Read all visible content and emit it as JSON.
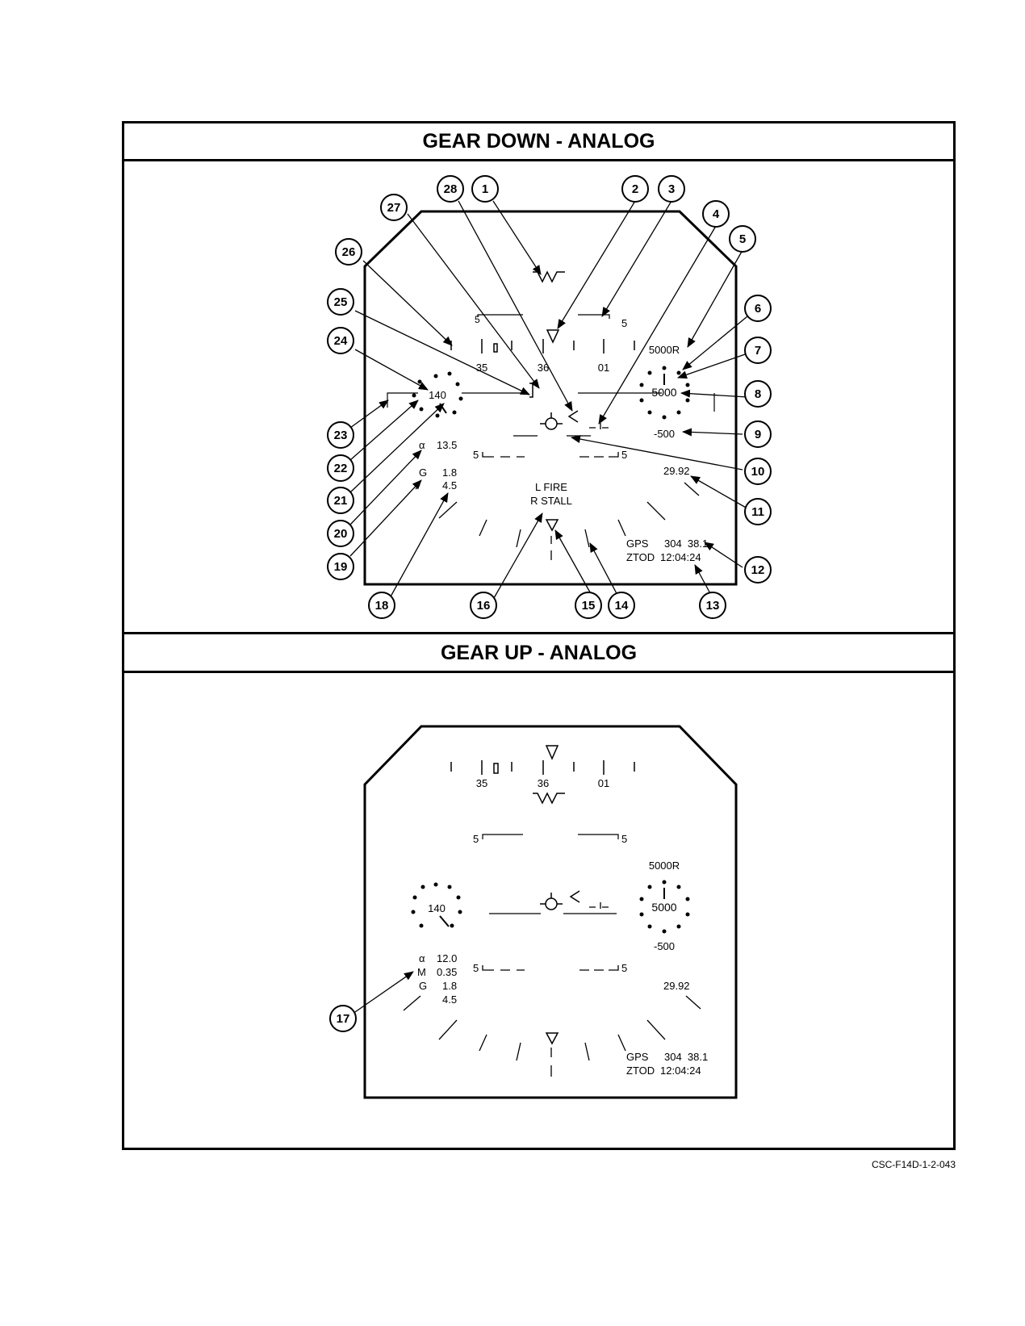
{
  "panels": {
    "gear_down": {
      "title": "GEAR DOWN - ANALOG",
      "heading_tape": {
        "labels": [
          "35",
          "36",
          "01"
        ]
      },
      "pitch_ladder": {
        "upper": "5",
        "lower": "5"
      },
      "airspeed": "140",
      "altitude": {
        "readout": "5000",
        "radar_alt": "5000R",
        "vvi": "-500"
      },
      "data_block": [
        {
          "symbol": "α",
          "value": "13.5"
        },
        {
          "symbol": "G",
          "value": "1.8"
        },
        {
          "symbol": "",
          "value": "4.5"
        }
      ],
      "baro": "29.92",
      "warnings": [
        "L FIRE",
        "R STALL"
      ],
      "nav": [
        {
          "label": "GPS",
          "value": "304  38.1"
        },
        {
          "label": "ZTOD",
          "value": "12:04:24"
        }
      ],
      "callouts": [
        "1",
        "2",
        "3",
        "4",
        "5",
        "6",
        "7",
        "8",
        "9",
        "10",
        "11",
        "12",
        "13",
        "14",
        "15",
        "16",
        "18",
        "19",
        "20",
        "21",
        "22",
        "23",
        "24",
        "25",
        "26",
        "27",
        "28"
      ]
    },
    "gear_up": {
      "title": "GEAR UP - ANALOG",
      "heading_tape": {
        "labels": [
          "35",
          "36",
          "01"
        ]
      },
      "pitch_ladder": {
        "upper": "5",
        "lower": "5"
      },
      "airspeed": "140",
      "altitude": {
        "readout": "5000",
        "radar_alt": "5000R",
        "vvi": "-500"
      },
      "data_block": [
        {
          "symbol": "α",
          "value": "12.0"
        },
        {
          "symbol": "M",
          "value": "0.35"
        },
        {
          "symbol": "G",
          "value": "1.8"
        },
        {
          "symbol": "",
          "value": "4.5"
        }
      ],
      "baro": "29.92",
      "nav": [
        {
          "label": "GPS",
          "value": "304  38.1"
        },
        {
          "label": "ZTOD",
          "value": "12:04:24"
        }
      ],
      "callouts": [
        "17"
      ]
    }
  },
  "figure_id": "CSC-F14D-1-2-043"
}
